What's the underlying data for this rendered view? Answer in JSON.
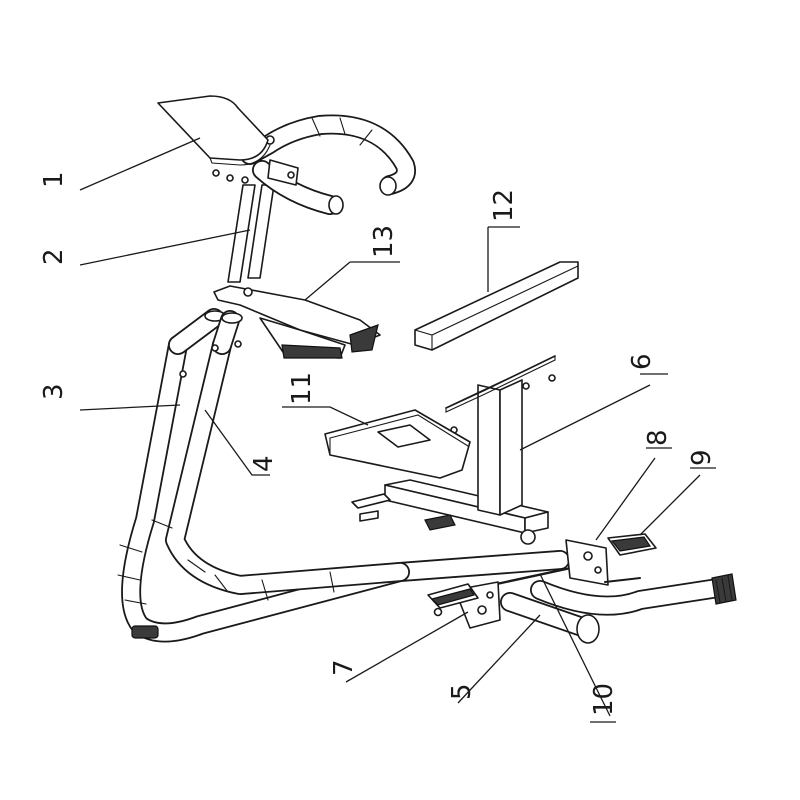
{
  "diagram": {
    "colors": {
      "line": "#1a1a1a",
      "background": "#ffffff",
      "dark_fill": "#3a3a3a"
    },
    "callouts": [
      {
        "id": "1",
        "label": "1"
      },
      {
        "id": "2",
        "label": "2"
      },
      {
        "id": "3",
        "label": "3"
      },
      {
        "id": "4",
        "label": "4"
      },
      {
        "id": "5",
        "label": "5"
      },
      {
        "id": "6",
        "label": "6"
      },
      {
        "id": "7",
        "label": "7"
      },
      {
        "id": "8",
        "label": "8"
      },
      {
        "id": "9",
        "label": "9"
      },
      {
        "id": "10",
        "label": "10"
      },
      {
        "id": "11",
        "label": "11"
      },
      {
        "id": "12",
        "label": "12"
      },
      {
        "id": "13",
        "label": "13"
      }
    ]
  }
}
